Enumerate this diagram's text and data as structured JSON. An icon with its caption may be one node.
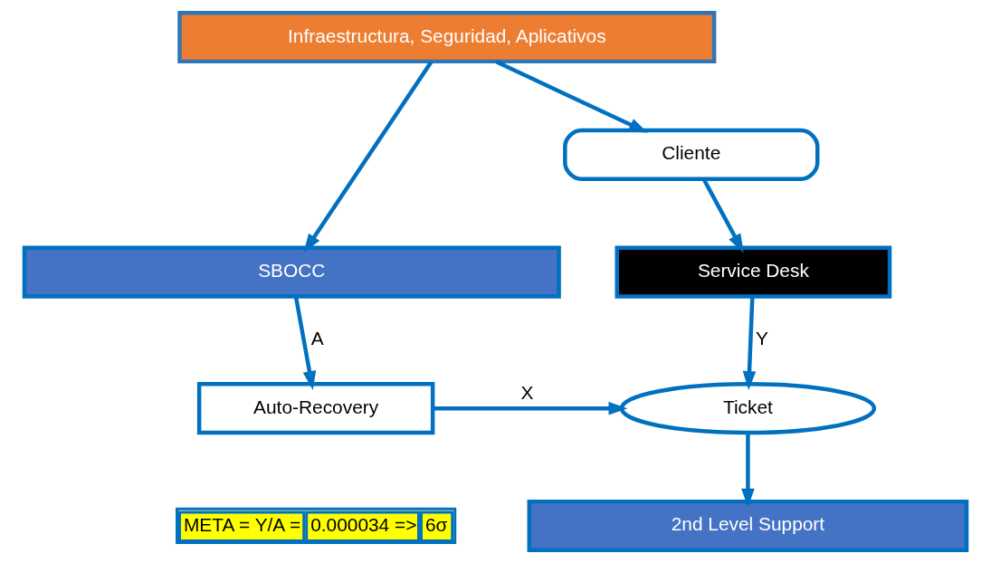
{
  "diagram": {
    "nodes": [
      {
        "text": [
          "Infraestructura, Seguridad, Aplicativos"
        ]
      },
      {
        "text": [
          "Cliente"
        ]
      },
      {
        "text": [
          "SBOCC"
        ]
      },
      {
        "text": [
          "Service Desk"
        ]
      },
      {
        "text": [
          "Auto-Recovery"
        ]
      },
      {
        "text": [
          "Ticket"
        ]
      },
      {
        "text": [
          "2nd Level Support"
        ]
      }
    ],
    "edges": [
      {
        "from": 0,
        "to": 1,
        "arrow": "to"
      },
      {
        "from": 0,
        "to": 2,
        "arrow": "to"
      },
      {
        "from": 1,
        "to": 3,
        "arrow": "to"
      },
      {
        "from": 2,
        "to": 4,
        "arrow": "to",
        "label": "A"
      },
      {
        "from": 3,
        "to": 5,
        "arrow": "to",
        "label": "Y"
      },
      {
        "from": 4,
        "to": 5,
        "arrow": "to",
        "label": "X"
      },
      {
        "from": 5,
        "to": 6,
        "arrow": "to"
      }
    ],
    "labels": [
      "META = Y/A =",
      "0.000034 =>",
      "6σ"
    ]
  }
}
